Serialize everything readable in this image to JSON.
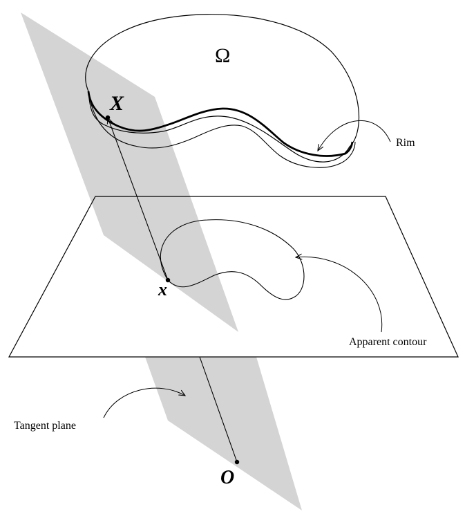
{
  "labels": {
    "omega": "Ω",
    "surface_point": "X",
    "image_point": "x",
    "camera_center": "O",
    "rim": "Rim",
    "apparent_contour": "Apparent contour",
    "tangent_plane": "Tangent plane"
  },
  "colors": {
    "plane_fill": "#d4d4d4",
    "stroke": "#000000",
    "background": "#ffffff"
  }
}
